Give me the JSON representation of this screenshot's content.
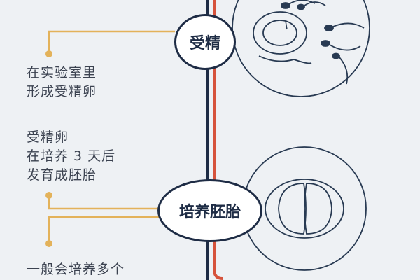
{
  "steps": [
    {
      "label": "受精"
    },
    {
      "label": "培养胚胎"
    }
  ],
  "notes": [
    {
      "lines": [
        "在实验室里",
        "形成受精卵"
      ]
    },
    {
      "lines": [
        "受精卵",
        "在培养 3 天后",
        "发育成胚胎"
      ]
    },
    {
      "lines": [
        "一般会培养多个"
      ]
    }
  ],
  "colors": {
    "timeline_navy": "#1e2c45",
    "timeline_red": "#d6533c",
    "connector_gold": "#e3b25a",
    "illustration_stroke": "#283a52",
    "text": "#3b4250"
  },
  "icons": {
    "fertilization": "egg-with-sperm-icon",
    "embryo": "two-cell-embryo-icon"
  }
}
